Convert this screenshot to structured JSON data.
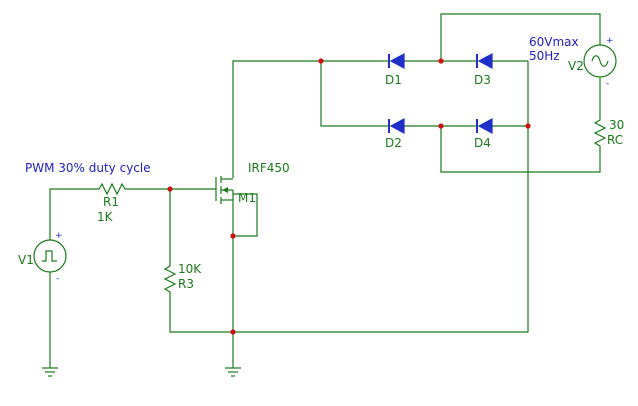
{
  "annotations": {
    "pwm_note": "PWM 30% duty cycle",
    "ac_amplitude": "60Vmax",
    "ac_frequency": "50Hz"
  },
  "components": {
    "v1": {
      "ref": "V1",
      "plus": "+",
      "minus": "-"
    },
    "v2": {
      "ref": "V2",
      "plus": "+",
      "minus": "-"
    },
    "r1": {
      "ref": "R1",
      "value": "1K"
    },
    "r3": {
      "ref": "R3",
      "value": "10K"
    },
    "rc": {
      "ref": "RC",
      "value": "30"
    },
    "m1": {
      "ref": "M1",
      "part": "IRF450"
    },
    "d1": {
      "ref": "D1"
    },
    "d2": {
      "ref": "D2"
    },
    "d3": {
      "ref": "D3"
    },
    "d4": {
      "ref": "D4"
    }
  },
  "colors": {
    "wire": "#1a7a1a",
    "diode": "#1f2fc8",
    "junction": "#d01010",
    "annotation": "#2020c0"
  }
}
